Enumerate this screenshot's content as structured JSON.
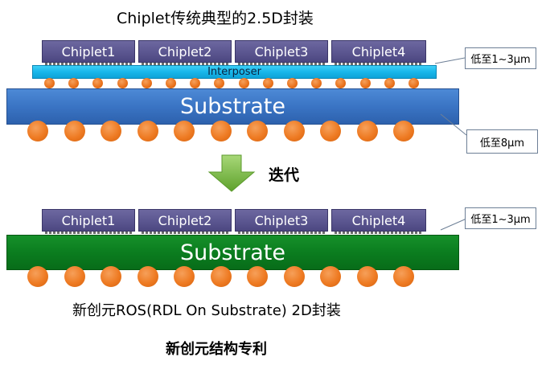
{
  "top": {
    "title": "Chiplet传统典型的2.5D封装",
    "chiplets": [
      "Chiplet1",
      "Chiplet2",
      "Chiplet3",
      "Chiplet4"
    ],
    "interposer_label": "Interposer",
    "substrate_label": "Substrate",
    "callout_interposer": "低至1~3μm",
    "callout_substrate": "低至8μm"
  },
  "arrow": {
    "label": "迭代"
  },
  "bottom": {
    "chiplets": [
      "Chiplet1",
      "Chiplet2",
      "Chiplet3",
      "Chiplet4"
    ],
    "substrate_label": "Substrate",
    "callout": "低至1~3μm",
    "caption": "新创元ROS(RDL On Substrate) 2D封装"
  },
  "footer": {
    "label": "新创元结构专利"
  },
  "colors": {
    "chiplet": "#5b5690",
    "interposer": "#18b6ea",
    "substrate_top": "#3a74c4",
    "substrate_bottom": "#0b7d1f",
    "solder_ball": "#ee7a22",
    "arrow": "#6fb43a"
  }
}
